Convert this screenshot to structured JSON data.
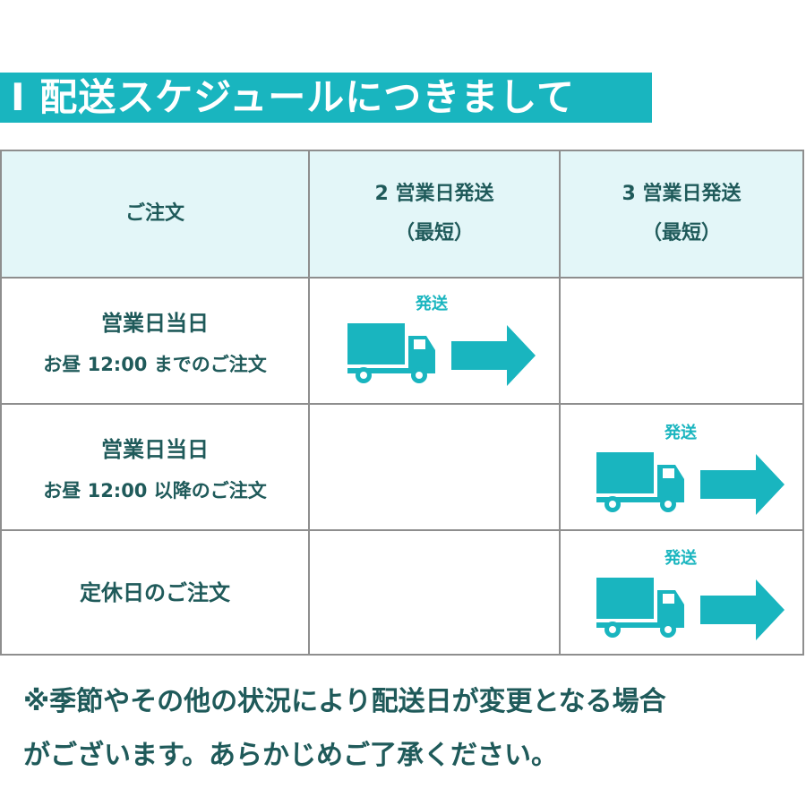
{
  "banner": {
    "title": "I  配送スケジュールにつきまして"
  },
  "table": {
    "headers": {
      "order": "ご注文",
      "col2_line1": "2 営業日発送",
      "col2_line2": "（最短）",
      "col3_line1": "3 営業日発送",
      "col3_line2": "（最短）"
    },
    "rows": [
      {
        "line1": "営業日当日",
        "line2": "お昼 12:00 までのご注文",
        "shipping_column": "2 営業日発送"
      },
      {
        "line1": "営業日当日",
        "line2": "お昼 12:00 以降のご注文",
        "shipping_column": "3 営業日発送"
      },
      {
        "line1": "定休日のご注文",
        "shipping_column": "3 営業日発送"
      }
    ],
    "ship_label": "発送"
  },
  "notes": {
    "line1": "※季節やその他の状況により配送日が変更となる場合",
    "line2": "がございます。あらかじめご了承ください。"
  },
  "colors": {
    "accent": "#19b5bf",
    "text": "#1f5a5a",
    "header_bg": "#e3f6f8",
    "border": "#8e8e8e"
  },
  "icons": {
    "truck": "truck-icon",
    "arrow": "arrow-right-icon"
  }
}
